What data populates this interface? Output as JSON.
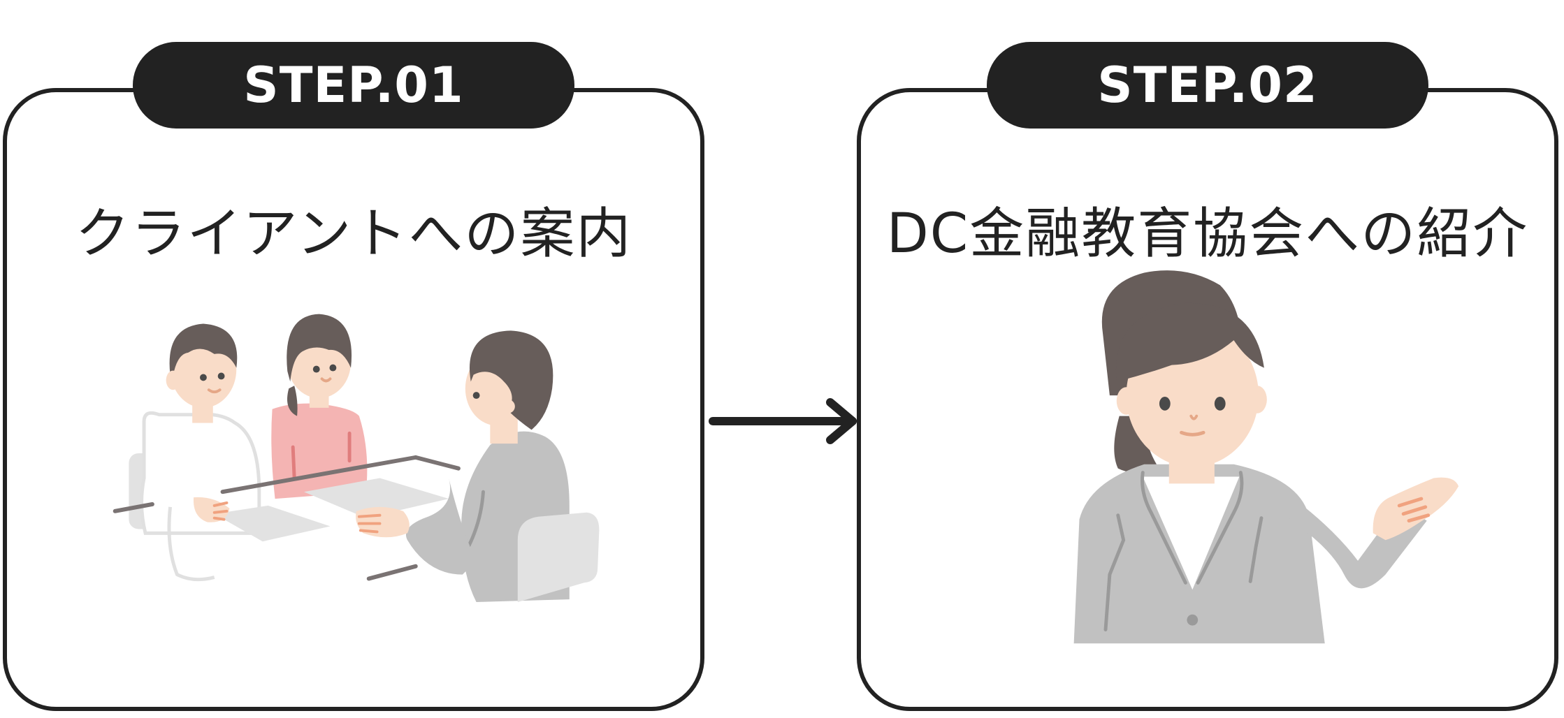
{
  "steps": [
    {
      "label": "STEP.01",
      "title": "クライアントへの案内",
      "illustration": "consultation-meeting-illustration"
    },
    {
      "label": "STEP.02",
      "title": "DC金融教育協会への紹介",
      "illustration": "presenter-woman-illustration"
    }
  ],
  "colors": {
    "outline": "#222222",
    "pill_bg": "#222222",
    "pill_text": "#ffffff",
    "skin": "#f9dcc8",
    "hair": "#675d5a",
    "pink_top": "#f4b4b3",
    "gray_suit": "#c1c1c1",
    "light_gray": "#e2e2e2"
  },
  "connector": "arrow-right-icon"
}
